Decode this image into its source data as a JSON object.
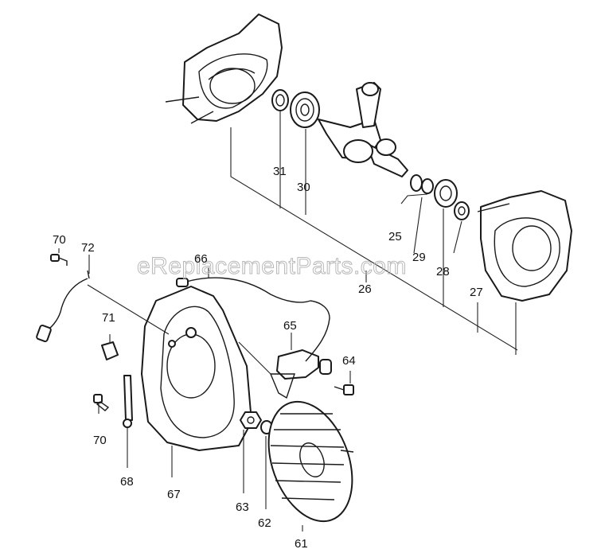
{
  "watermark": "eReplacementParts.com",
  "parts": {
    "p26": "26",
    "p27": "27",
    "p28": "28",
    "p29": "29",
    "p25": "25",
    "p30": "30",
    "p31": "31",
    "p61": "61",
    "p62": "62",
    "p63": "63",
    "p64": "64",
    "p65": "65",
    "p66": "66",
    "p67": "67",
    "p68": "68",
    "p70a": "70",
    "p70b": "70",
    "p71": "71",
    "p72": "72"
  },
  "colors": {
    "ink": "#1a1a1a",
    "watermark": "#b8b8b8",
    "background": "#ffffff"
  }
}
